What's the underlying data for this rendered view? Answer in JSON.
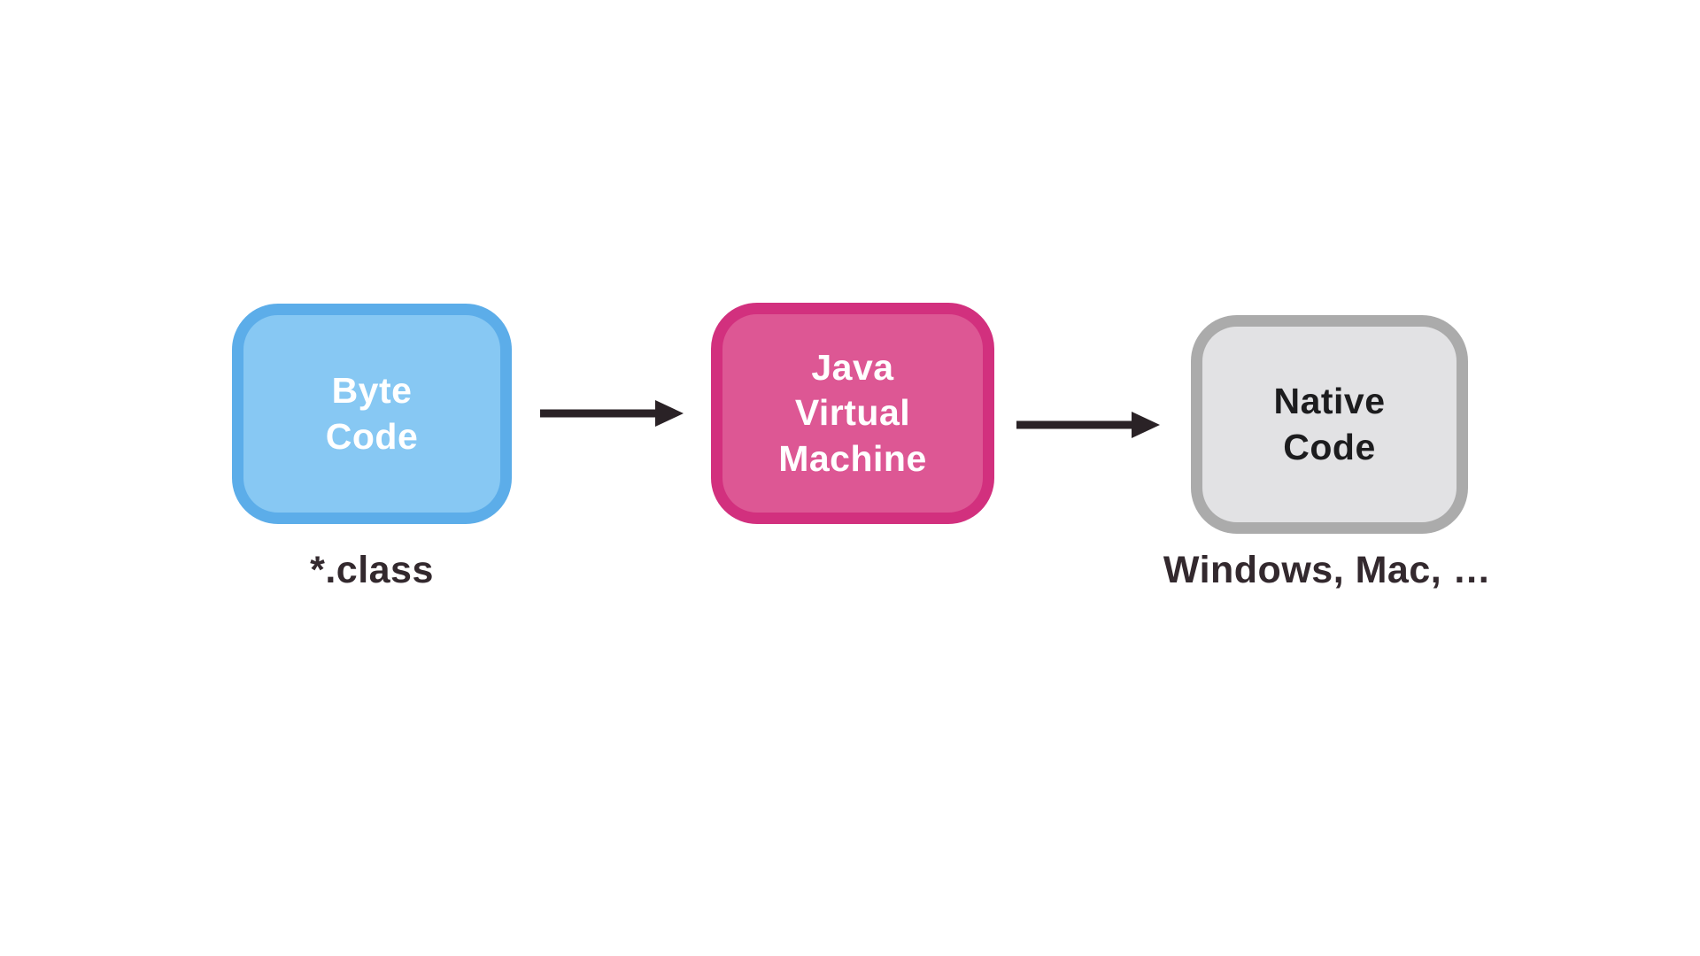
{
  "background": "#ffffff",
  "diagram": {
    "type": "flow",
    "direction": "left-to-right",
    "nodes": [
      {
        "id": "byte-code",
        "label": "Byte\nCode",
        "caption": "*.class",
        "fill": "#87C8F3",
        "border_color": "#5CADE9",
        "text_color": "#FFFFFF"
      },
      {
        "id": "java-virtual-machine",
        "label": "Java\nVirtual\nMachine",
        "caption": "",
        "fill": "#DD5794",
        "border_color": "#D2307E",
        "text_color": "#FFFFFF"
      },
      {
        "id": "native-code",
        "label": "Native\nCode",
        "caption": "Windows, Mac, …",
        "fill": "#E2E2E4",
        "border_color": "#ABABAB",
        "text_color": "#1C1C1E"
      }
    ],
    "edges": [
      {
        "from": "byte-code",
        "to": "java-virtual-machine",
        "style": "arrow"
      },
      {
        "from": "java-virtual-machine",
        "to": "native-code",
        "style": "arrow"
      }
    ],
    "arrow_color": "#2A2226",
    "caption_color": "#33292E"
  }
}
